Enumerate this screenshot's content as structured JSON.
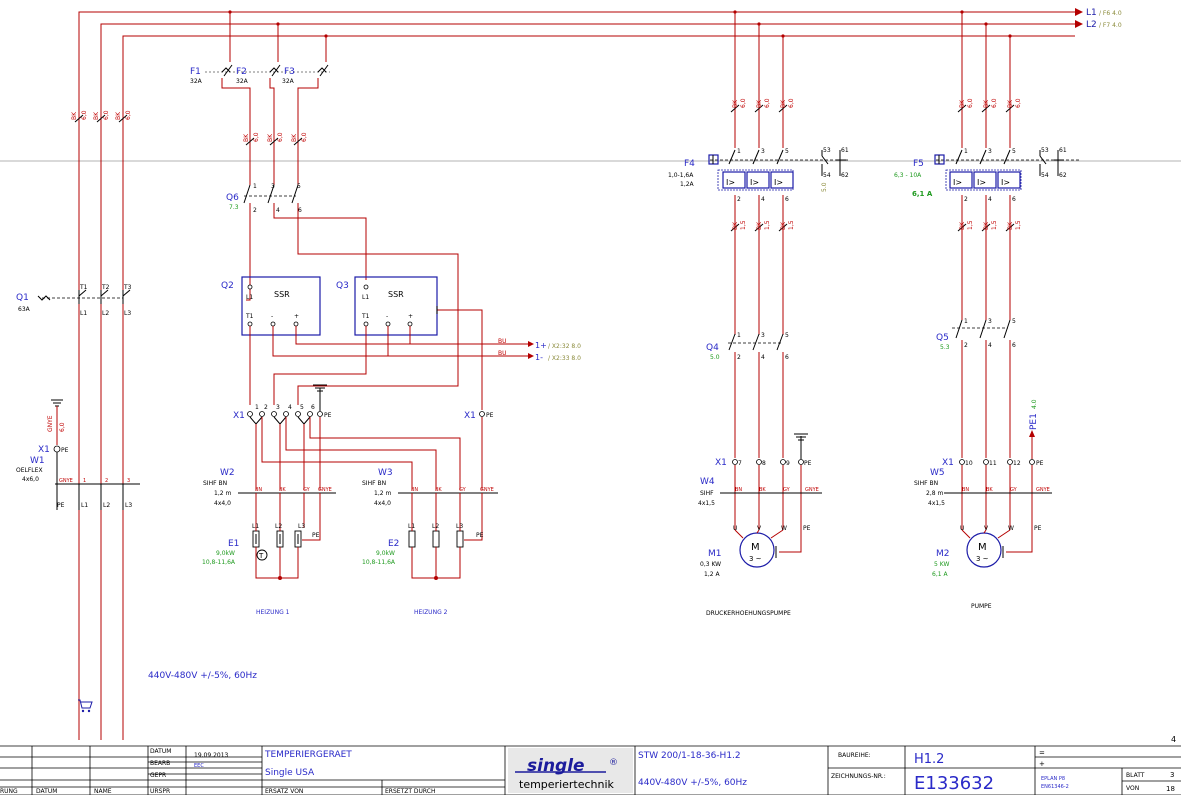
{
  "lines": {
    "l1": "L1",
    "l1_ref": "/ F6 4.0",
    "l2": "L2",
    "l2_ref": "/ F7 4.0"
  },
  "wire_marks": {
    "bk": "BK",
    "cross": "6,0",
    "cross_small": "1,5",
    "bu": "BU",
    "gnye": "GNYE",
    "bn": "BN",
    "gy": "GY",
    "pe": "PE",
    "gnye_cross": "6,0"
  },
  "fuses": [
    {
      "id": "F1",
      "rating": "32A"
    },
    {
      "id": "F2",
      "rating": "32A"
    },
    {
      "id": "F3",
      "rating": "32A"
    }
  ],
  "q1": {
    "id": "Q1",
    "rating": "63A",
    "t1": "T1",
    "t2": "T2",
    "t3": "T3",
    "l1": "L1",
    "l2": "L2",
    "l3": "L3"
  },
  "q6": {
    "id": "Q6",
    "ref": "7.3",
    "p1": "1",
    "p3": "3",
    "p5": "5",
    "p2": "2",
    "p4": "4",
    "p6": "6"
  },
  "ssr": [
    {
      "id": "Q2",
      "label": "SSR",
      "l1": "L1",
      "t1": "T1",
      "minus": "-",
      "plus": "+"
    },
    {
      "id": "Q3",
      "label": "SSR",
      "l1": "L1",
      "t1": "T1",
      "minus": "-",
      "plus": "+"
    }
  ],
  "signals": [
    {
      "label": "1+",
      "ref": "/ X2:32 8.0"
    },
    {
      "label": "1-",
      "ref": "/ X2:33 8.0"
    }
  ],
  "w1": {
    "x1": "X1",
    "pe": "PE",
    "id": "W1",
    "type": "OELFLEX",
    "size": "4x6,0",
    "c1": "1",
    "c2": "2",
    "c3": "3",
    "out_pe": "PE",
    "out_l1": "L1",
    "out_l2": "L2",
    "out_l3": "L3"
  },
  "x1_heat": {
    "x1": "X1",
    "terms": [
      "1",
      "2",
      "3",
      "4",
      "5",
      "6"
    ],
    "pe": "PE",
    "x1b": "X1",
    "peb": "PE"
  },
  "cables": [
    {
      "id": "W2",
      "type": "SIHF BN",
      "len": "1,2 m",
      "size": "4x4,0"
    },
    {
      "id": "W3",
      "type": "SIHF BN",
      "len": "1,2 m",
      "size": "4x4,0"
    },
    {
      "id": "W4",
      "type": "SIHF",
      "len": "",
      "size": "4x1,5"
    },
    {
      "id": "W5",
      "type": "SIHF BN",
      "len": "2,8 m",
      "size": "4x1,5"
    }
  ],
  "heaters": [
    {
      "id": "E1",
      "power": "9,0kW",
      "current": "10,8-11,6A",
      "caption": "HEIZUNG 1",
      "l1": "L1",
      "l2": "L2",
      "l3": "L3",
      "pe": "PE"
    },
    {
      "id": "E2",
      "power": "9,0kW",
      "current": "10,8-11,6A",
      "caption": "HEIZUNG 2",
      "l1": "L1",
      "l2": "L2",
      "l3": "L3",
      "pe": "PE"
    }
  ],
  "f4": {
    "id": "F4",
    "range": "1,0-1,6A",
    "set": "1,2A",
    "ref": "5.0",
    "aux": [
      "53",
      "61",
      "54",
      "62"
    ]
  },
  "f5": {
    "id": "F5",
    "range": "6,3 - 10A",
    "set": "6,1 A",
    "aux": [
      "53",
      "61",
      "54",
      "62"
    ]
  },
  "q4": {
    "id": "Q4",
    "ref": "5.0"
  },
  "q5": {
    "id": "Q5",
    "ref": "5.3"
  },
  "pe1": {
    "id": "PE1",
    "ref": "4.0"
  },
  "x1_pump1": {
    "x1": "X1",
    "terms": [
      "7",
      "8",
      "9"
    ],
    "pe": "PE"
  },
  "x1_pump2": {
    "x1": "X1",
    "terms": [
      "10",
      "11",
      "12"
    ],
    "pe": "PE"
  },
  "motors": [
    {
      "id": "M1",
      "power": "0,3 KW",
      "current": "1,2 A",
      "caption": "DRUCKERHOEHUNGSPUMPE",
      "u": "U",
      "v": "V",
      "w": "W",
      "pe": "PE",
      "sym": "M",
      "sub": "3 ~"
    },
    {
      "id": "M2",
      "power": "5 KW",
      "current": "6,1 A",
      "caption": "PUMPE",
      "u": "U",
      "v": "V",
      "w": "W",
      "pe": "PE",
      "sym": "M",
      "sub": "3 ~"
    }
  ],
  "voltage_note": "440V-480V +/-5%, 60Hz",
  "page_number": "4",
  "title_block": {
    "datum_label": "DATUM",
    "datum_value": "19.09.2013",
    "bearb_label": "BEARB",
    "bearb_value": "EEC",
    "gepr_label": "GEPR",
    "urspr_label": "URSPR",
    "aend_label": "RUNG",
    "datum2_label": "DATUM",
    "name_label": "NAME",
    "project_title": "TEMPERIERGERAET",
    "project_sub": "Single USA",
    "ersatz_von": "ERSATZ VON",
    "ersatz_durch": "ERSETZT DURCH",
    "logo_text": "single",
    "logo_reg": "®",
    "logo_sub": "temperiertechnik",
    "model": "STW 200/1-18-36-H1.2",
    "voltage": "440V-480V +/-5%, 60Hz",
    "baureihe_label": "BAUREIHE:",
    "baureihe_value": "H1.2",
    "zeichnung_label": "ZEICHNUNGS-NR.:",
    "zeichnung_value": "E133632",
    "eq1": "=",
    "plus1": "+",
    "eplan": "EPLAN P8",
    "norm": "EN61346-2",
    "blatt_label": "BLATT",
    "blatt_value": "3",
    "von_label": "VON",
    "von_value": "18"
  },
  "colors": {
    "wire_red": "#b40000",
    "device_blue": "#1c1ca8",
    "ref_green": "#1e9a1e",
    "logo_blue": "#1c1c9c"
  }
}
